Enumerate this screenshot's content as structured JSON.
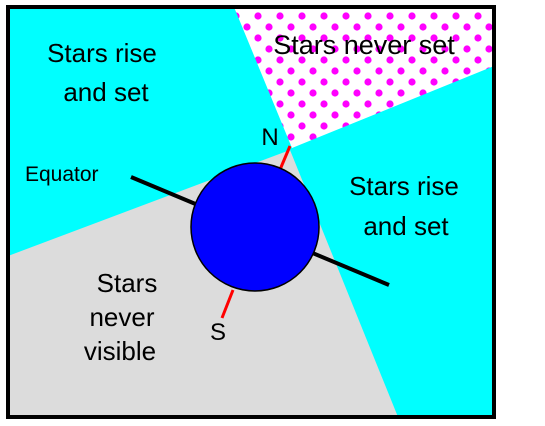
{
  "labels": {
    "stars_never_set": "Stars never set",
    "rise_set_left_1": "Stars rise",
    "rise_set_left_2": "and set",
    "rise_set_right_1": "Stars rise",
    "rise_set_right_2": "and set",
    "never_visible_1": "Stars",
    "never_visible_2": "never",
    "never_visible_3": "visible",
    "equator": "Equator",
    "north": "N",
    "south": "S"
  },
  "colors": {
    "sky": "#00ffff",
    "never_visible_region": "#dcdcdc",
    "never_set_dots": "#ff00ff",
    "earth": "#0000ff",
    "axis": "#ff0000",
    "equator_line": "#000000",
    "frame": "#000000"
  }
}
